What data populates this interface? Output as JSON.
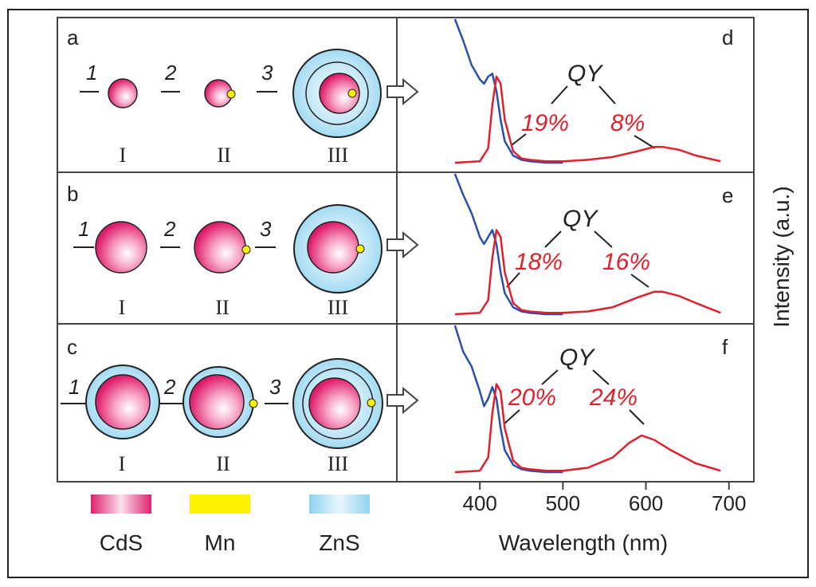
{
  "panels": [
    {
      "letter": "a",
      "spectrum_letter": "d",
      "steps": [
        "1",
        "2",
        "3"
      ],
      "stages": [
        "I",
        "II",
        "III"
      ],
      "qy_label": "QY",
      "qy_values": [
        "19%",
        "8%"
      ]
    },
    {
      "letter": "b",
      "spectrum_letter": "e",
      "steps": [
        "1",
        "2",
        "3"
      ],
      "stages": [
        "I",
        "II",
        "III"
      ],
      "qy_label": "QY",
      "qy_values": [
        "18%",
        "16%"
      ]
    },
    {
      "letter": "c",
      "spectrum_letter": "f",
      "steps": [
        "1",
        "2",
        "3"
      ],
      "stages": [
        "I",
        "II",
        "III"
      ],
      "qy_label": "QY",
      "qy_values": [
        "20%",
        "24%"
      ]
    }
  ],
  "legend": [
    {
      "label": "CdS",
      "color": "#e0206e"
    },
    {
      "label": "Mn",
      "color": "#fff200"
    },
    {
      "label": "ZnS",
      "color": "#8fd3f0"
    }
  ],
  "x_axis": {
    "title": "Wavelength (nm)",
    "ticks": [
      "400",
      "500",
      "600",
      "700"
    ],
    "range": [
      300,
      730
    ]
  },
  "y_axis": {
    "title": "Intensity (a.u.)"
  },
  "colors": {
    "absorption": "#2a4fb0",
    "emission": "#e0202a",
    "cds": "#e0206e",
    "mn": "#fff200",
    "zns": "#8fd3f0"
  },
  "chart_data": [
    {
      "panel": "d",
      "type": "line",
      "series": [
        {
          "kind": "absorption",
          "x": [
            370,
            380,
            390,
            400,
            405,
            410,
            415,
            420,
            425,
            430,
            440,
            450,
            460,
            480,
            500
          ],
          "y": [
            1.0,
            0.85,
            0.68,
            0.58,
            0.55,
            0.6,
            0.62,
            0.5,
            0.3,
            0.15,
            0.05,
            0.02,
            0.01,
            0.0,
            0.0
          ]
        },
        {
          "kind": "emission",
          "x": [
            370,
            400,
            410,
            415,
            420,
            425,
            430,
            440,
            450,
            460,
            480,
            500,
            530,
            560,
            590,
            610,
            620,
            640,
            660,
            690
          ],
          "y": [
            0.0,
            0.01,
            0.1,
            0.4,
            0.6,
            0.55,
            0.3,
            0.08,
            0.03,
            0.02,
            0.01,
            0.01,
            0.02,
            0.04,
            0.08,
            0.11,
            0.11,
            0.09,
            0.05,
            0.01
          ]
        }
      ]
    },
    {
      "panel": "e",
      "type": "line",
      "series": [
        {
          "kind": "absorption",
          "x": [
            370,
            380,
            390,
            400,
            405,
            410,
            415,
            420,
            425,
            430,
            440,
            450,
            460,
            480,
            500
          ],
          "y": [
            1.0,
            0.85,
            0.72,
            0.55,
            0.5,
            0.55,
            0.6,
            0.5,
            0.3,
            0.15,
            0.05,
            0.02,
            0.01,
            0.0,
            0.0
          ]
        },
        {
          "kind": "emission",
          "x": [
            370,
            400,
            410,
            415,
            420,
            425,
            430,
            440,
            450,
            460,
            480,
            500,
            530,
            560,
            590,
            610,
            620,
            640,
            660,
            690
          ],
          "y": [
            0.0,
            0.01,
            0.1,
            0.4,
            0.6,
            0.55,
            0.3,
            0.08,
            0.03,
            0.02,
            0.01,
            0.01,
            0.02,
            0.05,
            0.12,
            0.16,
            0.16,
            0.13,
            0.08,
            0.01
          ]
        }
      ]
    },
    {
      "panel": "f",
      "type": "line",
      "series": [
        {
          "kind": "absorption",
          "x": [
            370,
            380,
            390,
            400,
            405,
            410,
            415,
            420,
            425,
            430,
            440,
            450,
            460,
            480,
            500
          ],
          "y": [
            1.0,
            0.82,
            0.72,
            0.55,
            0.45,
            0.5,
            0.58,
            0.5,
            0.3,
            0.15,
            0.05,
            0.02,
            0.01,
            0.0,
            0.0
          ]
        },
        {
          "kind": "emission",
          "x": [
            370,
            400,
            410,
            415,
            420,
            425,
            430,
            440,
            450,
            460,
            480,
            500,
            530,
            560,
            580,
            595,
            610,
            630,
            660,
            690
          ],
          "y": [
            0.0,
            0.01,
            0.1,
            0.4,
            0.6,
            0.55,
            0.3,
            0.08,
            0.03,
            0.02,
            0.01,
            0.01,
            0.03,
            0.1,
            0.2,
            0.25,
            0.22,
            0.15,
            0.06,
            0.01
          ]
        }
      ]
    }
  ]
}
